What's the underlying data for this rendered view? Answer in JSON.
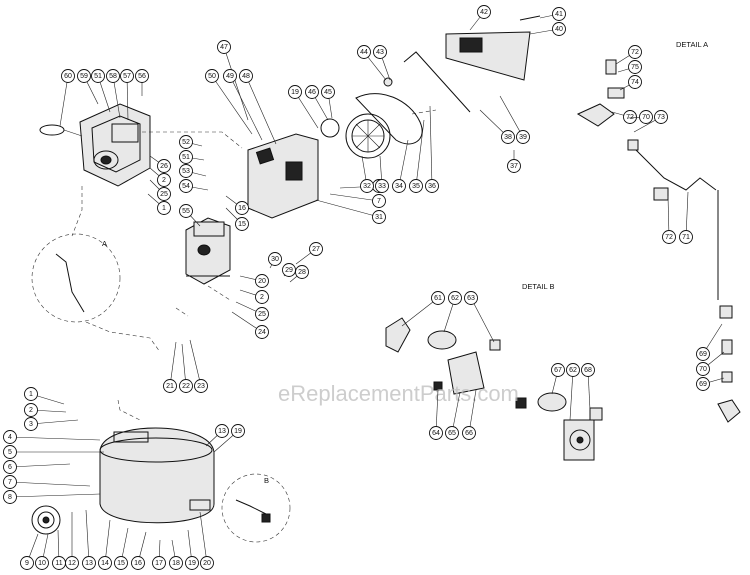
{
  "labels": {
    "detail_a": "DETAIL A",
    "detail_b": "DETAIL B",
    "circle_a": "A",
    "circle_b": "B"
  },
  "watermark": "eReplacementParts.com",
  "callouts": [
    "1",
    "2",
    "3",
    "4",
    "5",
    "6",
    "7",
    "8",
    "9",
    "10",
    "11",
    "12",
    "13",
    "14",
    "15",
    "16",
    "17",
    "18",
    "19",
    "20",
    "21",
    "22",
    "23",
    "24",
    "25",
    "26",
    "27",
    "28",
    "29",
    "30",
    "31",
    "32",
    "33",
    "34",
    "35",
    "36",
    "37",
    "38",
    "39",
    "40",
    "41",
    "42",
    "43",
    "44",
    "45",
    "46",
    "47",
    "48",
    "49",
    "50",
    "51",
    "52",
    "53",
    "54",
    "55",
    "56",
    "57",
    "58",
    "59",
    "60",
    "61",
    "62",
    "63",
    "64",
    "65",
    "66",
    "67",
    "68",
    "69",
    "70",
    "71",
    "72",
    "73",
    "74",
    "75"
  ]
}
